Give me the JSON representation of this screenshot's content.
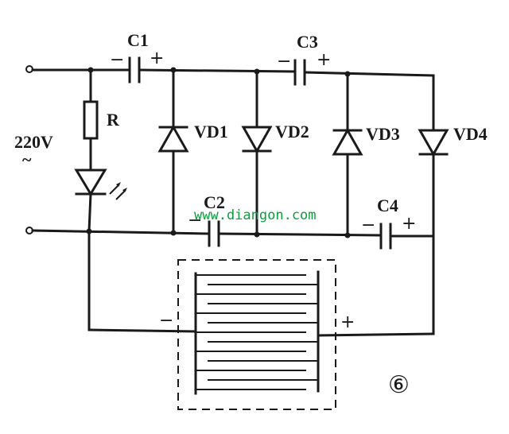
{
  "labels": {
    "c1": "C1",
    "c2": "C2",
    "c3": "C3",
    "c4": "C4",
    "r": "R",
    "vd1": "VD1",
    "vd2": "VD2",
    "vd3": "VD3",
    "vd4": "VD4",
    "voltage": "220V",
    "ac_symbol": "~",
    "figure_number": "⑥",
    "watermark": "www.diangon.com"
  },
  "polarity": {
    "minus": "−",
    "plus": "+"
  },
  "colors": {
    "line": "#1a1a1a",
    "watermark": "#0b9f3d"
  }
}
